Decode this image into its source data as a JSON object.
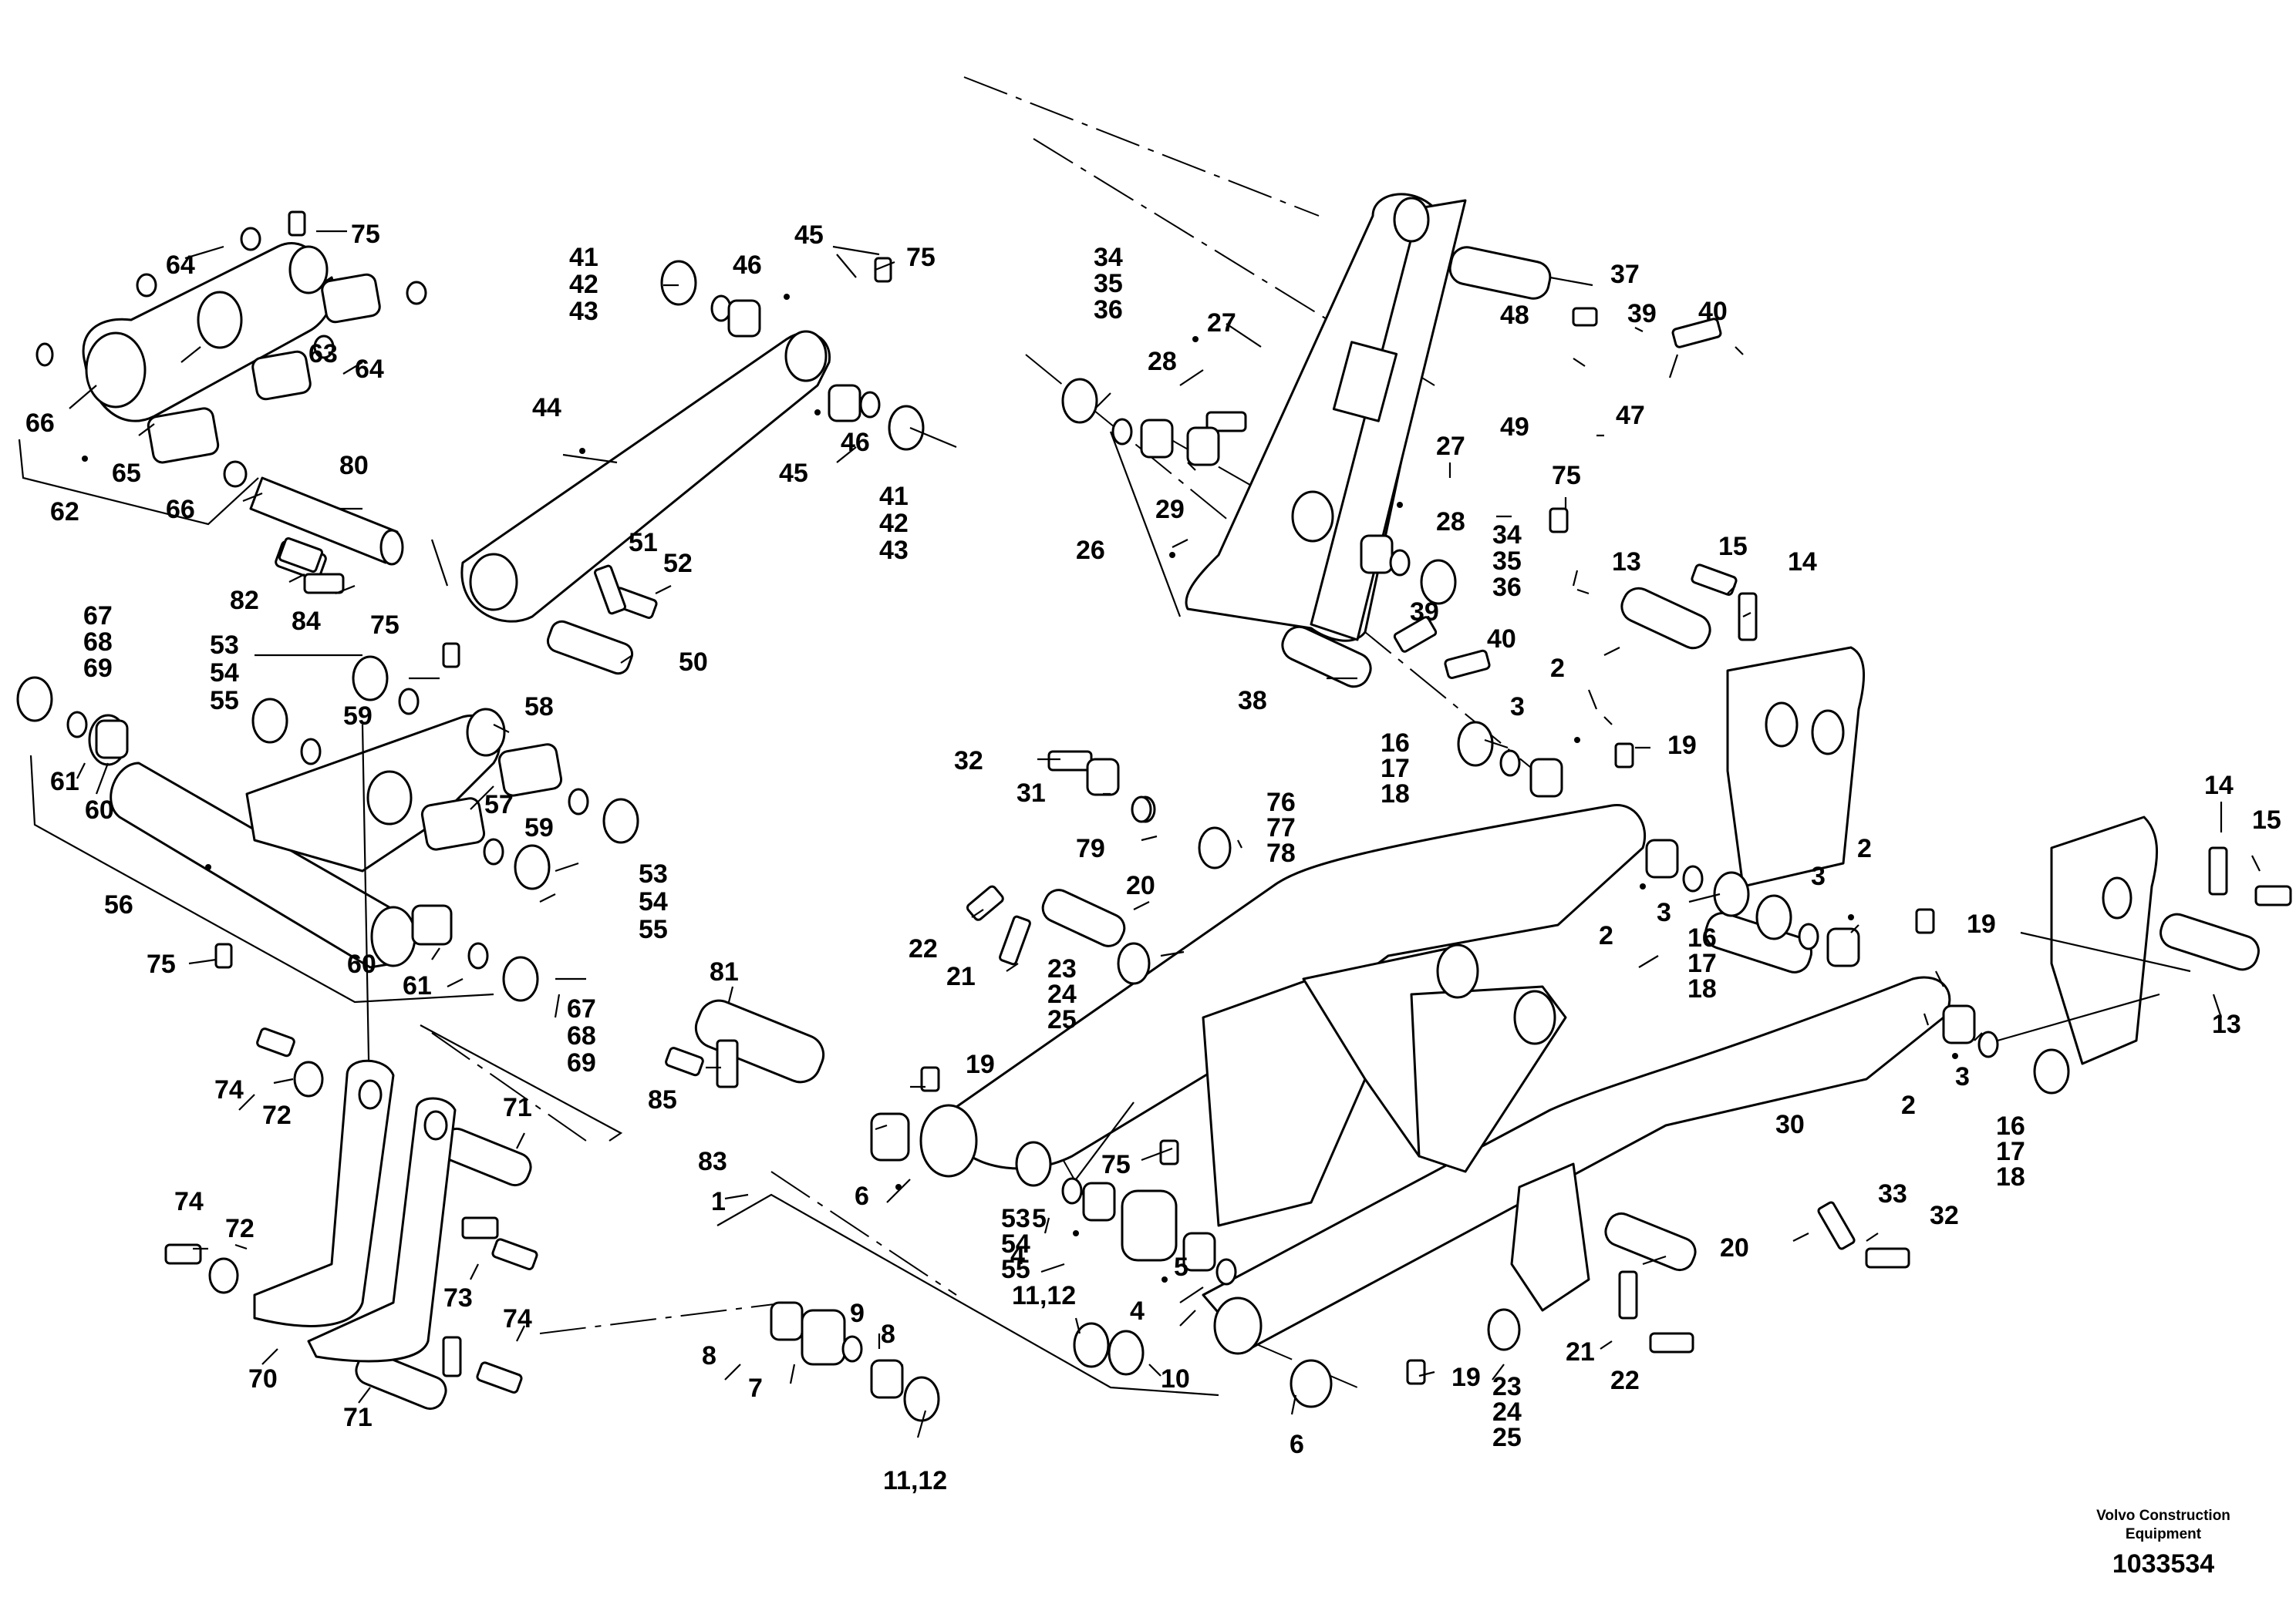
{
  "diagram": {
    "callouts": [
      {
        "id": "c75a",
        "lines": [
          "75"
        ]
      },
      {
        "id": "c64a",
        "lines": [
          "64"
        ]
      },
      {
        "id": "c63",
        "lines": [
          "63"
        ]
      },
      {
        "id": "c64b",
        "lines": [
          "64"
        ]
      },
      {
        "id": "c66a",
        "lines": [
          "66"
        ]
      },
      {
        "id": "c65",
        "lines": [
          "65"
        ]
      },
      {
        "id": "c66b",
        "lines": [
          "66"
        ]
      },
      {
        "id": "c62",
        "lines": [
          "62"
        ]
      },
      {
        "id": "c41a",
        "lines": [
          "41",
          "42",
          "43"
        ]
      },
      {
        "id": "c45a",
        "lines": [
          "45"
        ]
      },
      {
        "id": "c46a",
        "lines": [
          "46"
        ]
      },
      {
        "id": "c75b",
        "lines": [
          "75"
        ]
      },
      {
        "id": "c44",
        "lines": [
          "44"
        ]
      },
      {
        "id": "c46b",
        "lines": [
          "46"
        ]
      },
      {
        "id": "c45b",
        "lines": [
          "45"
        ]
      },
      {
        "id": "c41b",
        "lines": [
          "41",
          "42",
          "43"
        ]
      },
      {
        "id": "c80",
        "lines": [
          "80"
        ]
      },
      {
        "id": "c82",
        "lines": [
          "82"
        ]
      },
      {
        "id": "c84",
        "lines": [
          "84"
        ]
      },
      {
        "id": "c51",
        "lines": [
          "51"
        ]
      },
      {
        "id": "c52",
        "lines": [
          "52"
        ]
      },
      {
        "id": "c50",
        "lines": [
          "50"
        ]
      },
      {
        "id": "c67a",
        "lines": [
          "67",
          "68",
          "69"
        ]
      },
      {
        "id": "c53a",
        "lines": [
          "53",
          "54",
          "55"
        ]
      },
      {
        "id": "c75c",
        "lines": [
          "75"
        ]
      },
      {
        "id": "c59a",
        "lines": [
          "59"
        ]
      },
      {
        "id": "c58",
        "lines": [
          "58"
        ]
      },
      {
        "id": "c61a",
        "lines": [
          "61"
        ]
      },
      {
        "id": "c60a",
        "lines": [
          "60"
        ]
      },
      {
        "id": "c57",
        "lines": [
          "57"
        ]
      },
      {
        "id": "c59b",
        "lines": [
          "59"
        ]
      },
      {
        "id": "c53b",
        "lines": [
          "53",
          "54",
          "55"
        ]
      },
      {
        "id": "c56",
        "lines": [
          "56"
        ]
      },
      {
        "id": "c75d",
        "lines": [
          "75"
        ]
      },
      {
        "id": "c60b",
        "lines": [
          "60"
        ]
      },
      {
        "id": "c61b",
        "lines": [
          "61"
        ]
      },
      {
        "id": "c67b",
        "lines": [
          "67",
          "68",
          "69"
        ]
      },
      {
        "id": "c34a",
        "lines": [
          "34",
          "35",
          "36"
        ]
      },
      {
        "id": "c27a",
        "lines": [
          "27"
        ]
      },
      {
        "id": "c28a",
        "lines": [
          "28"
        ]
      },
      {
        "id": "c29",
        "lines": [
          "29"
        ]
      },
      {
        "id": "c26",
        "lines": [
          "26"
        ]
      },
      {
        "id": "c37",
        "lines": [
          "37"
        ]
      },
      {
        "id": "c39a",
        "lines": [
          "39"
        ]
      },
      {
        "id": "c48",
        "lines": [
          "48"
        ]
      },
      {
        "id": "c40a",
        "lines": [
          "40"
        ]
      },
      {
        "id": "c47",
        "lines": [
          "47"
        ]
      },
      {
        "id": "c49",
        "lines": [
          "49"
        ]
      },
      {
        "id": "c27b",
        "lines": [
          "27"
        ]
      },
      {
        "id": "c75e",
        "lines": [
          "75"
        ]
      },
      {
        "id": "c28b",
        "lines": [
          "28"
        ]
      },
      {
        "id": "c34b",
        "lines": [
          "34",
          "35",
          "36"
        ]
      },
      {
        "id": "c39b",
        "lines": [
          "39"
        ]
      },
      {
        "id": "c40b",
        "lines": [
          "40"
        ]
      },
      {
        "id": "c38",
        "lines": [
          "38"
        ]
      },
      {
        "id": "c13a",
        "lines": [
          "13"
        ]
      },
      {
        "id": "c15a",
        "lines": [
          "15"
        ]
      },
      {
        "id": "c14a",
        "lines": [
          "14"
        ]
      },
      {
        "id": "c2a",
        "lines": [
          "2"
        ]
      },
      {
        "id": "c3a",
        "lines": [
          "3"
        ]
      },
      {
        "id": "c16a",
        "lines": [
          "16",
          "17",
          "18"
        ]
      },
      {
        "id": "c19a",
        "lines": [
          "19"
        ]
      },
      {
        "id": "c32a",
        "lines": [
          "32"
        ]
      },
      {
        "id": "c31",
        "lines": [
          "31"
        ]
      },
      {
        "id": "c79",
        "lines": [
          "79"
        ]
      },
      {
        "id": "c76",
        "lines": [
          "76",
          "77",
          "78"
        ]
      },
      {
        "id": "c20a",
        "lines": [
          "20"
        ]
      },
      {
        "id": "c22a",
        "lines": [
          "22"
        ]
      },
      {
        "id": "c21a",
        "lines": [
          "21"
        ]
      },
      {
        "id": "c23a",
        "lines": [
          "23",
          "24",
          "25"
        ]
      },
      {
        "id": "c2b",
        "lines": [
          "2"
        ]
      },
      {
        "id": "c3b",
        "lines": [
          "3"
        ]
      },
      {
        "id": "c16b",
        "lines": [
          "16",
          "17",
          "18"
        ]
      },
      {
        "id": "c2c",
        "lines": [
          "2"
        ]
      },
      {
        "id": "c3c",
        "lines": [
          "3"
        ]
      },
      {
        "id": "c19b",
        "lines": [
          "19"
        ]
      },
      {
        "id": "c14b",
        "lines": [
          "14"
        ]
      },
      {
        "id": "c15b",
        "lines": [
          "15"
        ]
      },
      {
        "id": "c13b",
        "lines": [
          "13"
        ]
      },
      {
        "id": "c3d",
        "lines": [
          "3"
        ]
      },
      {
        "id": "c2d",
        "lines": [
          "2"
        ]
      },
      {
        "id": "c16c",
        "lines": [
          "16",
          "17",
          "18"
        ]
      },
      {
        "id": "c30",
        "lines": [
          "30"
        ]
      },
      {
        "id": "c33",
        "lines": [
          "33"
        ]
      },
      {
        "id": "c32b",
        "lines": [
          "32"
        ]
      },
      {
        "id": "c20b",
        "lines": [
          "20"
        ]
      },
      {
        "id": "c21b",
        "lines": [
          "21"
        ]
      },
      {
        "id": "c22b",
        "lines": [
          "22"
        ]
      },
      {
        "id": "c19c",
        "lines": [
          "19"
        ]
      },
      {
        "id": "c23b",
        "lines": [
          "23",
          "24",
          "25"
        ]
      },
      {
        "id": "c6a",
        "lines": [
          "6"
        ]
      },
      {
        "id": "c19d",
        "lines": [
          "19"
        ]
      },
      {
        "id": "c81",
        "lines": [
          "81"
        ]
      },
      {
        "id": "c85",
        "lines": [
          "85"
        ]
      },
      {
        "id": "c83",
        "lines": [
          "83"
        ]
      },
      {
        "id": "c1",
        "lines": [
          "1"
        ]
      },
      {
        "id": "c75f",
        "lines": [
          "75"
        ]
      },
      {
        "id": "c53c",
        "lines": [
          "53",
          "54",
          "55"
        ]
      },
      {
        "id": "c5a",
        "lines": [
          "5"
        ]
      },
      {
        "id": "c4a",
        "lines": [
          "4"
        ]
      },
      {
        "id": "c5b",
        "lines": [
          "5"
        ]
      },
      {
        "id": "c4b",
        "lines": [
          "4"
        ]
      },
      {
        "id": "c11a",
        "lines": [
          "11,12"
        ]
      },
      {
        "id": "c10",
        "lines": [
          "10"
        ]
      },
      {
        "id": "c6b",
        "lines": [
          "6"
        ]
      },
      {
        "id": "c8a",
        "lines": [
          "8"
        ]
      },
      {
        "id": "c9",
        "lines": [
          "9"
        ]
      },
      {
        "id": "c8b",
        "lines": [
          "8"
        ]
      },
      {
        "id": "c7",
        "lines": [
          "7"
        ]
      },
      {
        "id": "c11b",
        "lines": [
          "11,12"
        ]
      },
      {
        "id": "c74a",
        "lines": [
          "74"
        ]
      },
      {
        "id": "c72a",
        "lines": [
          "72"
        ]
      },
      {
        "id": "c71a",
        "lines": [
          "71"
        ]
      },
      {
        "id": "c74b",
        "lines": [
          "74"
        ]
      },
      {
        "id": "c72b",
        "lines": [
          "72"
        ]
      },
      {
        "id": "c73",
        "lines": [
          "73"
        ]
      },
      {
        "id": "c74c",
        "lines": [
          "74"
        ]
      },
      {
        "id": "c70",
        "lines": [
          "70"
        ]
      },
      {
        "id": "c71b",
        "lines": [
          "71"
        ]
      }
    ],
    "footer": {
      "brand_line1": "Volvo Construction",
      "brand_line2": "Equipment",
      "doc_number": "1033534"
    }
  }
}
